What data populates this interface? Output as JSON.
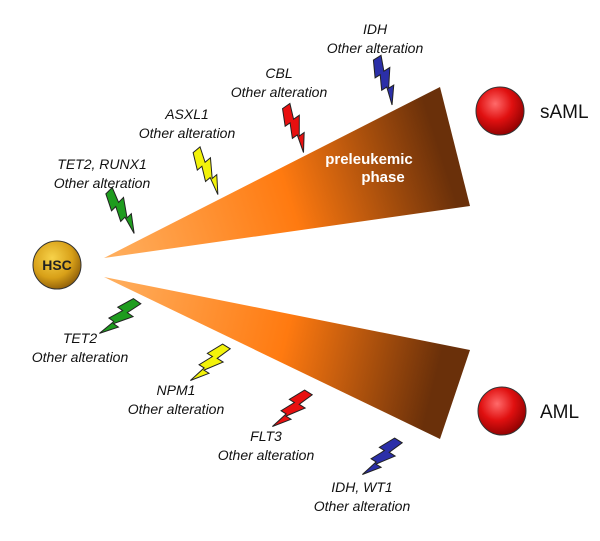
{
  "diagram": {
    "origin_label": "HSC",
    "phase_label_line1": "preleukemic",
    "phase_label_line2": "phase",
    "outcomes": {
      "upper": "sAML",
      "lower": "AML"
    },
    "upper_path": [
      {
        "gene": "TET2, RUNX1",
        "note": "Other alteration",
        "bolt_color": "#1e9c1e"
      },
      {
        "gene": "ASXL1",
        "note": "Other alteration",
        "bolt_color": "#f2f20a"
      },
      {
        "gene": "CBL",
        "note": "Other alteration",
        "bolt_color": "#e81010"
      },
      {
        "gene": "IDH",
        "note": "Other alteration",
        "bolt_color": "#2b2fa8"
      }
    ],
    "lower_path": [
      {
        "gene": "TET2",
        "note": "Other alteration",
        "bolt_color": "#1e9c1e"
      },
      {
        "gene": "NPM1",
        "note": "Other alteration",
        "bolt_color": "#f2f20a"
      },
      {
        "gene": "FLT3",
        "note": "Other alteration",
        "bolt_color": "#e81010"
      },
      {
        "gene": "IDH, WT1",
        "note": "Other alteration",
        "bolt_color": "#2b2fa8"
      }
    ],
    "colors": {
      "wedge_start": "#ff8a1e",
      "wedge_end": "#5a2a0a",
      "hsc_fill": "#d8a018",
      "outcome_fill": "#e01010"
    }
  }
}
